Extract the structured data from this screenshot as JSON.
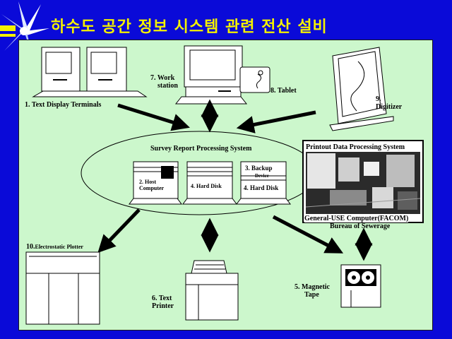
{
  "title": "하수도 공간 정보 시스템 관련 전산 설비",
  "colors": {
    "background": "#0a0ad8",
    "title": "#f4f100",
    "panel": "#ccf7cc",
    "ink": "#000000"
  },
  "devices": {
    "text_terminals": {
      "number": "1.",
      "label": "Text Display Terminals"
    },
    "workstation": {
      "number": "7.",
      "line1": "Work",
      "line2": "station"
    },
    "tablet": {
      "number": "8.",
      "label": "Tablet"
    },
    "digitizer": {
      "number": "9.",
      "label": "Digitizer"
    },
    "plotter": {
      "number": "10.",
      "label": "Electrostatic Plotter"
    },
    "printer": {
      "number": "6.",
      "line1": "Text",
      "line2": "Printer"
    },
    "magnetic_tape": {
      "number": "5.",
      "line1": "Magnetic",
      "line2": "Tape"
    }
  },
  "survey_system": {
    "title": "Survey Report Processing System",
    "host": {
      "number": "2.",
      "line1": "Host",
      "line2": "Computer"
    },
    "hard_disk_center": {
      "number": "4.",
      "label": "Hard Disk"
    },
    "backup": {
      "number": "3.",
      "line1": "Backup",
      "line2": "Device"
    },
    "hard_disk_right": {
      "number": "4.",
      "label": "Hard Disk"
    }
  },
  "printout_system": {
    "title": "Printout Data Processing System",
    "caption_line1": "General-USE Computer(FACOM)",
    "caption_line2": "Bureau of Sewerage"
  },
  "icons": [
    "starburst-icon",
    "computer-terminal-icon",
    "workstation-icon",
    "tablet-icon",
    "digitizer-icon",
    "server-unit-icon",
    "plotter-icon",
    "printer-icon",
    "tape-drive-icon",
    "photo-image"
  ]
}
